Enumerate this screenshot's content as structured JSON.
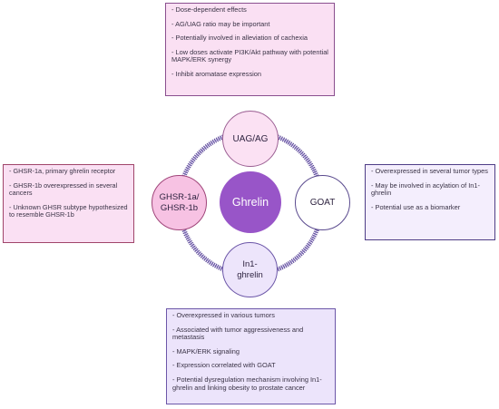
{
  "center": {
    "label": "Ghrelin"
  },
  "nodes": {
    "uag_ag": "UAG/AG",
    "goat": "GOAT",
    "in1_ghrelin": "In1-\nghrelin",
    "ghsr": "GHSR-1a/\nGHSR-1b"
  },
  "boxes": {
    "top": [
      "- Dose-dependent effects",
      "- AG/UAG ratio may be important",
      "- Potentially involved in alleviation of cachexia",
      "- Low doses activate PI3K/Akt pathway with potential MAPK/ERK synergy",
      "- Inhibit aromatase expression"
    ],
    "left": [
      "- GHSR-1a, primary ghrelin receptor",
      "- GHSR-1b overexpressed in several cancers",
      "- Unknown GHSR subtype hypothesized to resemble GHSR-1b"
    ],
    "right": [
      "- Overexpressed in several tumor types",
      "- May be involved in acylation of In1-ghrelin",
      "- Potential use as a biomarker"
    ],
    "bottom": [
      "- Overexpressed in various tumors",
      "- Associated with tumor aggressiveness and metastasis",
      "- MAPK/ERK signaling",
      "- Expression correlated with GOAT",
      "- Potential dysregulation mechanism involving In1-ghrelin and linking obesity to prostate cancer"
    ]
  },
  "colors": {
    "ring": "#5e4a9a",
    "center_fill": "#9855c8",
    "pink_fill": "#fae0f3",
    "lavender_fill": "#ece4fb"
  }
}
